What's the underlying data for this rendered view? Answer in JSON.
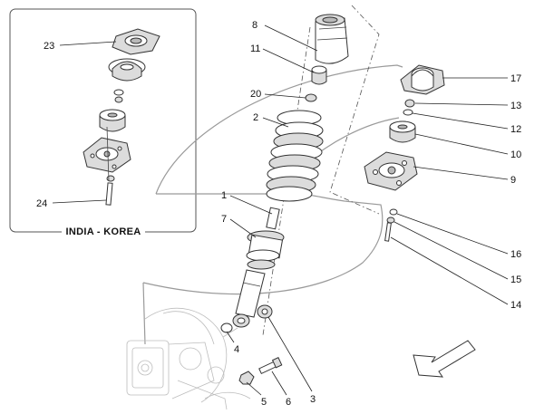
{
  "inset": {
    "label": "INDIA - KOREA",
    "callouts": [
      "23",
      "24"
    ]
  },
  "callouts": [
    "1",
    "2",
    "3",
    "4",
    "5",
    "6",
    "7",
    "8",
    "9",
    "10",
    "11",
    "12",
    "13",
    "14",
    "15",
    "16",
    "17",
    "20"
  ],
  "colors": {
    "line": "#333333",
    "shade": "#dcdcdc",
    "outline": "#9a9a9a",
    "background": "#ffffff"
  },
  "icons": {
    "direction": "arrow-down-left-icon"
  }
}
